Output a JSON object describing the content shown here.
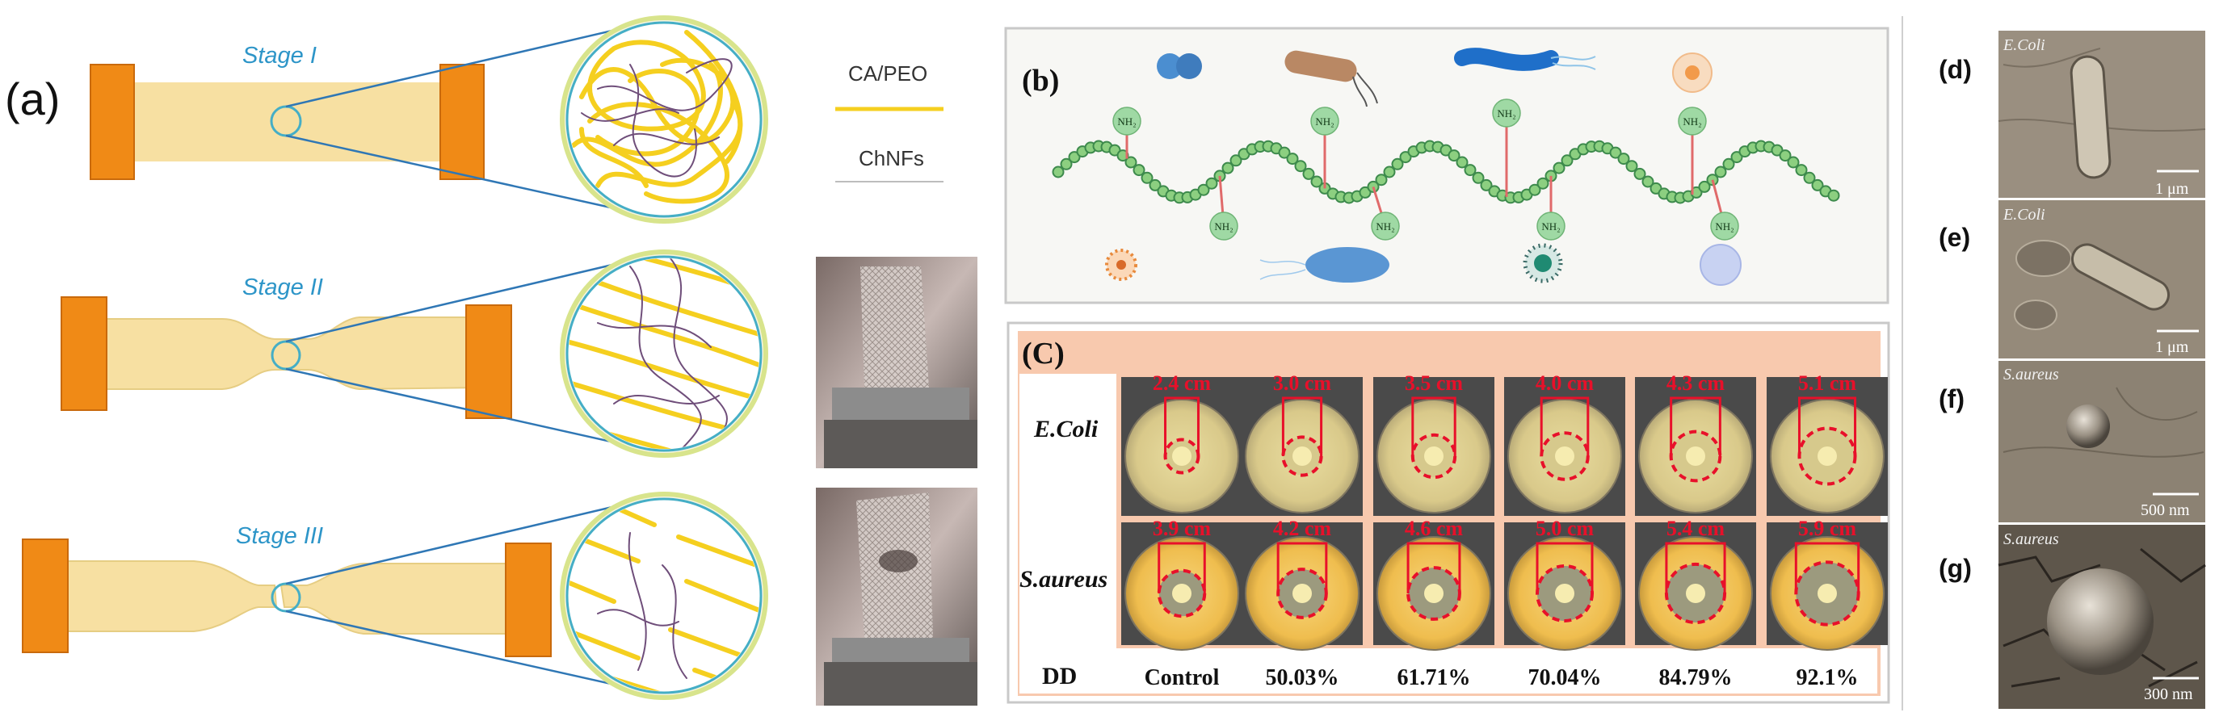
{
  "panel_a": {
    "label": "(a)",
    "stages": [
      "Stage I",
      "Stage II",
      "Stage III"
    ],
    "legend": [
      "CA/PEO",
      "ChNFs"
    ],
    "colors": {
      "fiber": "#f5cf1f",
      "chnf": "#6f4e7a",
      "clamp": "#f08a16",
      "film": "#f7e0a2",
      "zoom_ring": "#45aec6"
    }
  },
  "panel_b": {
    "label": "(b)",
    "group": "NH₂",
    "colors": {
      "chain": "#3d8a4c",
      "bead": "#8ccf80",
      "link": "#e06a6a"
    }
  },
  "panel_c": {
    "label": "(C)",
    "rows": [
      "E.Coli",
      "S.aureus"
    ],
    "ecoli_sizes": [
      "2.4 cm",
      "3.0 cm",
      "3.5 cm",
      "4.0 cm",
      "4.3 cm",
      "5.1 cm"
    ],
    "saureus_sizes": [
      "3.9 cm",
      "4.2 cm",
      "4.6 cm",
      "5.0 cm",
      "5.4 cm",
      "5.9 cm"
    ],
    "dd_label": "DD",
    "dd_values": [
      "Control",
      "50.03%",
      "61.71%",
      "70.04%",
      "84.79%",
      "92.1%"
    ],
    "colors": {
      "bg": "#f8c9ae",
      "dash": "#e8102a"
    }
  },
  "sem": {
    "labels": [
      "(d)",
      "(e)",
      "(f)",
      "(g)"
    ],
    "species": [
      "E.Coli",
      "E.Coli",
      "S.aureus",
      "S.aureus"
    ],
    "scales": [
      "1 μm",
      "1 μm",
      "500 nm",
      "300 nm"
    ]
  }
}
